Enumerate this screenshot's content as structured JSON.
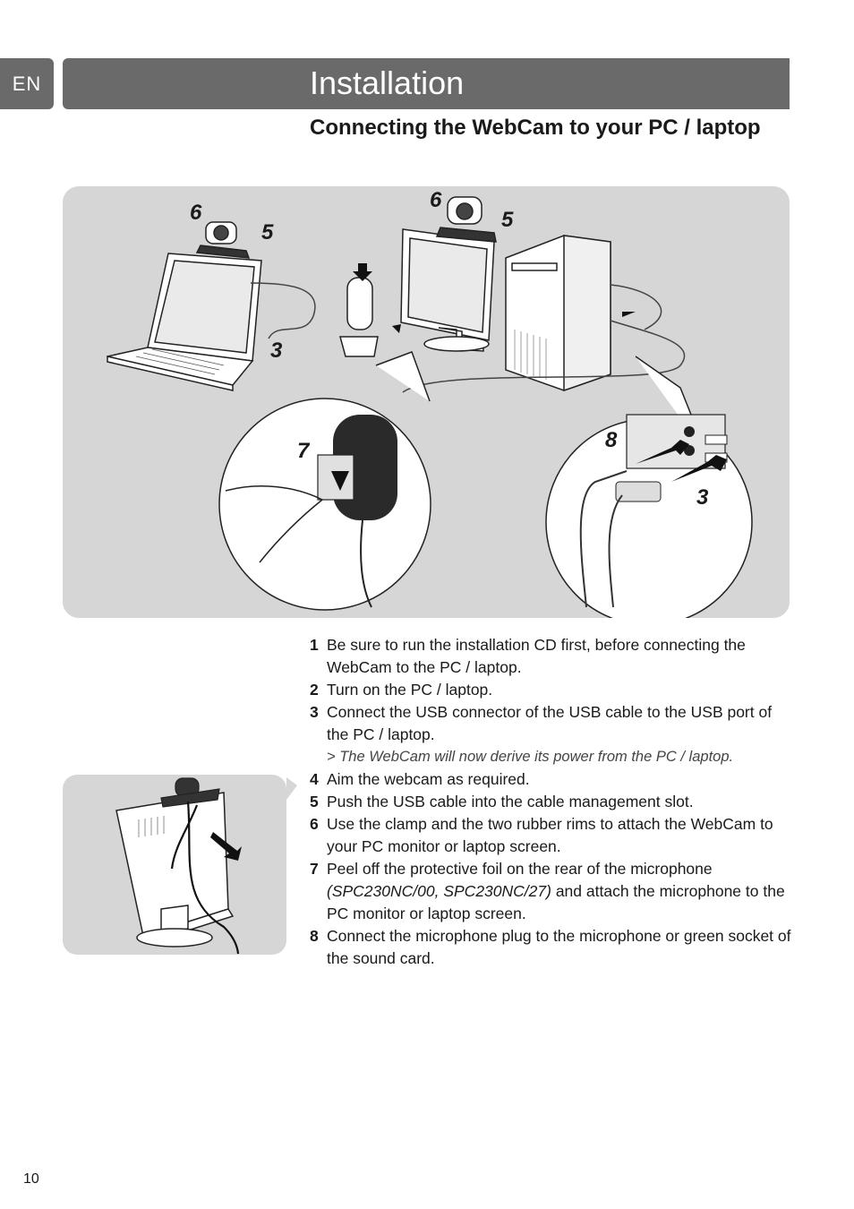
{
  "header": {
    "lang": "EN",
    "title": "Installation"
  },
  "section": {
    "subtitle": "Connecting the WebCam to your PC / laptop"
  },
  "figure": {
    "callouts": [
      "6",
      "5",
      "3",
      "6",
      "5",
      "7",
      "8",
      "3"
    ]
  },
  "steps": [
    {
      "num": "1",
      "text": "Be sure to run the installation CD first, before connecting the WebCam to the PC / laptop."
    },
    {
      "num": "2",
      "text": "Turn on the PC / laptop."
    },
    {
      "num": "3",
      "text": "Connect the USB connector of the USB cable to the USB port of the PC / laptop.",
      "note": "> The WebCam will now derive its power from the PC / laptop."
    },
    {
      "num": "4",
      "text": "Aim the webcam as required."
    },
    {
      "num": "5",
      "text": "Push the USB cable into the cable management slot."
    },
    {
      "num": "6",
      "text": "Use the clamp and the two rubber rims to attach the WebCam to your PC monitor or laptop screen."
    },
    {
      "num": "7",
      "text_before": "Peel off the protective foil on the rear of the microphone ",
      "text_italic": "(SPC230NC/00, SPC230NC/27)",
      "text_after": " and attach the microphone to the PC monitor or laptop screen."
    },
    {
      "num": "8",
      "text": "Connect the microphone plug to the microphone or green socket of the sound card."
    }
  ],
  "footer": {
    "page_number": "10"
  }
}
